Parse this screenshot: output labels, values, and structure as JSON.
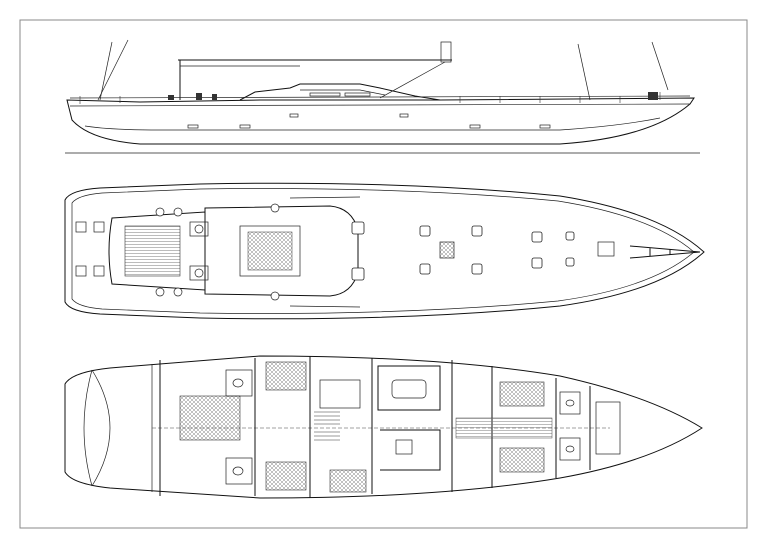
{
  "drawing": {
    "views": [
      "profile-elevation",
      "deck-plan",
      "accommodation-plan"
    ],
    "line_color": "#1a1a1a",
    "fill_color": "#ffffff",
    "detail_color": "#555555",
    "frame_color": "#888888"
  }
}
